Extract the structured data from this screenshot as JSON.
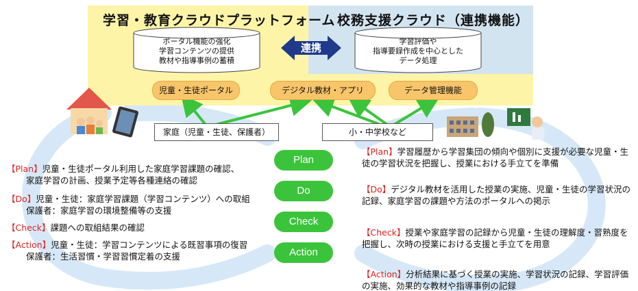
{
  "cloud_left": {
    "title": "学習・教育クラウドプラットフォーム",
    "db_lines": [
      "ポータル機能の強化",
      "学習コンテンツの提供",
      "教材や指導事例の蓄積"
    ]
  },
  "cloud_right": {
    "title": "校務支援クラウド（連携機能）",
    "db_lines": [
      "学習評価や",
      "指導要録作成を中心とした",
      "データ処理"
    ]
  },
  "link_label": "連携",
  "features": [
    "児童・生徒ポータル",
    "デジタル教材・アプリ",
    "データ管理機能"
  ],
  "home_label": "家庭（児童・生徒、保護者）",
  "school_label": "小・中学校など",
  "pdca": [
    "Plan",
    "Do",
    "Check",
    "Action"
  ],
  "home_items": [
    {
      "tag": "【Plan】",
      "lines": [
        "児童・生徒ポータル利用した家庭学習課題の確認、",
        "家庭学習の計画、授業予定等各種連絡の確認"
      ]
    },
    {
      "tag": "【Do】",
      "lines": [
        "児童・生徒：家庭学習課題（学習コンテンツ）への取組",
        "保護者：家庭学習の環境整備等の支援"
      ]
    },
    {
      "tag": "【Check】",
      "lines": [
        "課題への取組結果の確認"
      ]
    },
    {
      "tag": "【Action】",
      "lines": [
        "児童・生徒：学習コンテンツによる既習事項の復習",
        "保護者：生活習慣・学習習慣定着の支援"
      ]
    }
  ],
  "school_items": [
    {
      "tag": "【Plan】",
      "text": "学習履歴から学習集団の傾向や個別に支援が必要な児童・生徒の学習状況を把握し、授業における手立てを準備"
    },
    {
      "tag": "【Do】",
      "text": "デジタル教材を活用した授業の実施、児童・生徒の学習状況の記録、家庭学習の課題や方法のポータルへの掲示"
    },
    {
      "tag": "【Check】",
      "text": "授業や家庭学習の記録から児童・生徒の理解度・習熟度を把握し、次時の授業における支援と手立てを用意"
    },
    {
      "tag": "【Action】",
      "text": "分析結果に基づく授業の実施、学習状況の記録、学習評価の実施、効果的な教材や指導事例の記録"
    }
  ],
  "colors": {
    "left_panel": "#fdf4a8",
    "right_panel": "#d3e4f1",
    "arrow_blue": "#1f3a8a",
    "pill": "#f9c56a",
    "pdca_green": "#3bc43b",
    "cycle_blue": "#cfe3f5",
    "tag_red": "#e02020"
  }
}
